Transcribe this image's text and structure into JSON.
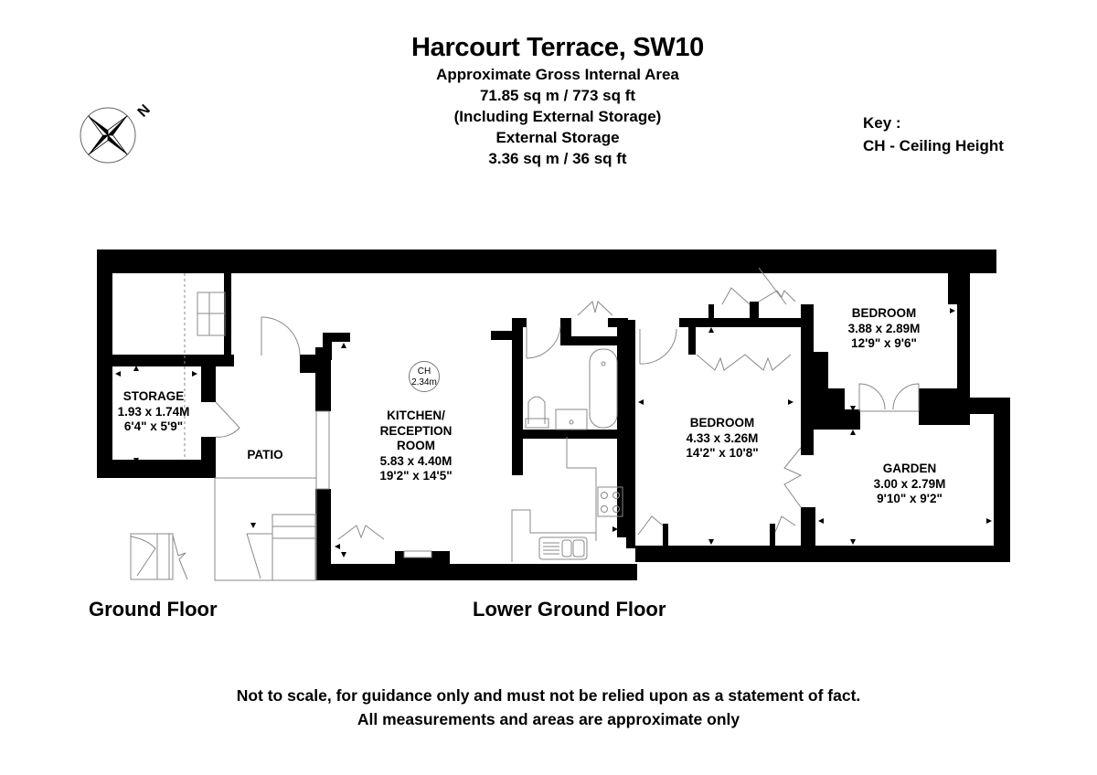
{
  "header": {
    "title": "Harcourt Terrace, SW10",
    "lines": [
      "Approximate Gross Internal Area",
      "71.85 sq m / 773 sq ft",
      "(Including External Storage)",
      "External Storage",
      "3.36 sq m / 36 sq ft"
    ]
  },
  "compass": {
    "icon": "north-compass-icon",
    "label": "N"
  },
  "key": {
    "title": "Key :",
    "entries": [
      "CH - Ceiling Height"
    ]
  },
  "rooms": {
    "storage": {
      "name": "STORAGE",
      "metric": "1.93 x 1.74M",
      "imperial": "6'4\" x 5'9\""
    },
    "patio": {
      "name": "PATIO"
    },
    "kitchen": {
      "name_line1": "KITCHEN/",
      "name_line2": "RECEPTION",
      "name_line3": "ROOM",
      "metric": "5.83 x 4.40M",
      "imperial": "19'2\" x 14'5\""
    },
    "bedroom1": {
      "name": "BEDROOM",
      "metric": "4.33 x 3.26M",
      "imperial": "14'2\" x 10'8\""
    },
    "bedroom2": {
      "name": "BEDROOM",
      "metric": "3.88 x 2.89M",
      "imperial": "12'9\" x 9'6\""
    },
    "garden": {
      "name": "GARDEN",
      "metric": "3.00 x 2.79M",
      "imperial": "9'10\" x 9'2\""
    }
  },
  "ceiling_height": {
    "label": "CH",
    "value": "2.34m"
  },
  "floors": {
    "ground": "Ground Floor",
    "lower_ground": "Lower Ground Floor"
  },
  "footer": {
    "line1": "Not to scale, for guidance only and must not be relied upon as a statement of fact.",
    "line2": "All measurements and areas are approximate only"
  },
  "colors": {
    "wall": "#000000",
    "fixture_line": "#888888",
    "background": "#ffffff"
  }
}
